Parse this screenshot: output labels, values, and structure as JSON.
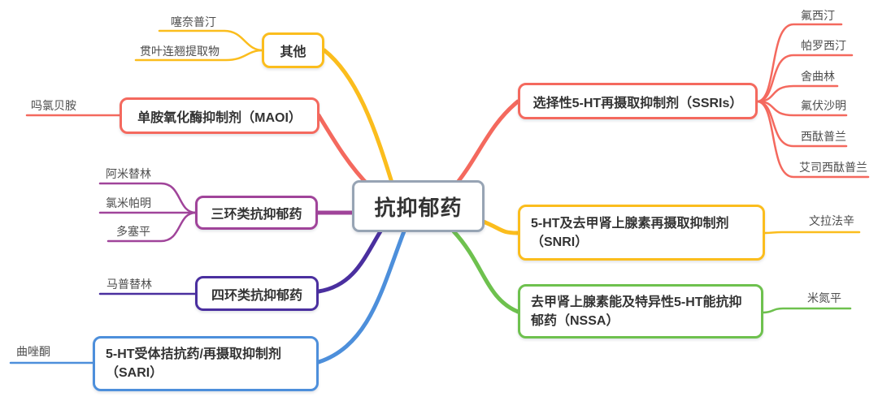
{
  "center": {
    "label": "抗抑郁药"
  },
  "palette": {
    "center_border": "#97A4B4",
    "yellow": "#FBBD1D",
    "red": "#F4695E",
    "magenta": "#A0449A",
    "indigo": "#4A2F9F",
    "blue": "#4D8FDB",
    "green": "#6EC14E"
  },
  "branches": [
    {
      "label": "其他",
      "color": "#FBBD1D",
      "children": [
        "噻奈普汀",
        "贯叶连翘提取物"
      ]
    },
    {
      "label": "单胺氧化酶抑制剂（MAOI）",
      "color": "#F4695E",
      "children": [
        "吗氯贝胺"
      ]
    },
    {
      "label": "三环类抗抑郁药",
      "color": "#A0449A",
      "children": [
        "阿米替林",
        "氯米帕明",
        "多塞平"
      ]
    },
    {
      "label": "四环类抗抑郁药",
      "color": "#4A2F9F",
      "children": [
        "马普替林"
      ]
    },
    {
      "label": "5-HT受体拮抗药/再摄取抑制剂（SARI）",
      "color": "#4D8FDB",
      "children": [
        "曲唑酮"
      ]
    },
    {
      "label": "选择性5-HT再摄取抑制剂（SSRIs）",
      "color": "#F4695E",
      "children": [
        "氟西汀",
        "帕罗西汀",
        "舍曲林",
        "氟伏沙明",
        "西酞普兰",
        "艾司西酞普兰"
      ]
    },
    {
      "label": "5-HT及去甲肾上腺素再摄取抑制剂（SNRI）",
      "color": "#FBBD1D",
      "children": [
        "文拉法辛"
      ]
    },
    {
      "label": "去甲肾上腺素能及特异性5-HT能抗抑郁药（NSSA）",
      "color": "#6EC14E",
      "children": [
        "米氮平"
      ]
    }
  ]
}
